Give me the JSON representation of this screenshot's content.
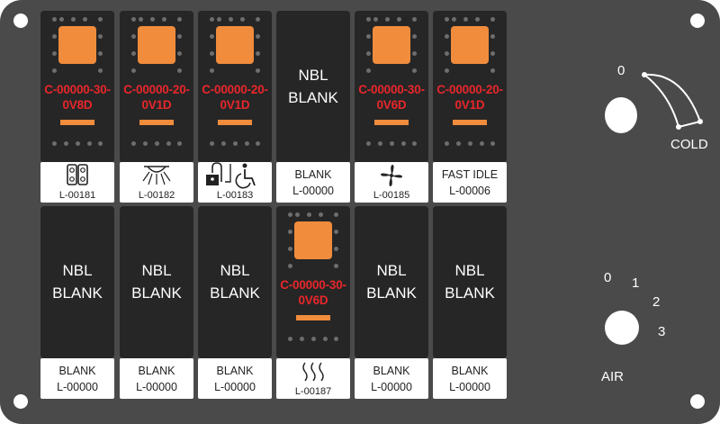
{
  "top_row": [
    {
      "type": "lamp",
      "part_line1": "C-00000-30-",
      "part_line2": "0V8D",
      "label_icon": "seat-switch-icon",
      "label_code": "L-00181"
    },
    {
      "type": "lamp",
      "part_line1": "C-00000-20-",
      "part_line2": "0V1D",
      "label_icon": "light-bar-icon",
      "label_code": "L-00182"
    },
    {
      "type": "lamp",
      "part_line1": "C-00000-20-",
      "part_line2": "0V1D",
      "label_icon": "lock-and-wheelchair-icon",
      "label_code": "L-00183"
    },
    {
      "type": "blank",
      "title_line1": "NBL",
      "title_line2": "BLANK",
      "label_line1": "BLANK",
      "label_code": "L-00000"
    },
    {
      "type": "lamp",
      "part_line1": "C-00000-30-",
      "part_line2": "0V6D",
      "label_icon": "fan-icon",
      "label_code": "L-00185"
    },
    {
      "type": "lamp",
      "part_line1": "C-00000-20-",
      "part_line2": "0V1D",
      "label_line1": "FAST IDLE",
      "label_code": "L-00006"
    }
  ],
  "bottom_row": [
    {
      "type": "blank",
      "title_line1": "NBL",
      "title_line2": "BLANK",
      "label_line1": "BLANK",
      "label_code": "L-00000"
    },
    {
      "type": "blank",
      "title_line1": "NBL",
      "title_line2": "BLANK",
      "label_line1": "BLANK",
      "label_code": "L-00000"
    },
    {
      "type": "blank",
      "title_line1": "NBL",
      "title_line2": "BLANK",
      "label_line1": "BLANK",
      "label_code": "L-00000"
    },
    {
      "type": "lamp",
      "part_line1": "C-00000-30-",
      "part_line2": "0V6D",
      "label_icon": "heat-waves-icon",
      "label_code": "L-00187"
    },
    {
      "type": "blank",
      "title_line1": "NBL",
      "title_line2": "BLANK",
      "label_line1": "BLANK",
      "label_code": "L-00000"
    },
    {
      "type": "blank",
      "title_line1": "NBL",
      "title_line2": "BLANK",
      "label_line1": "BLANK",
      "label_code": "L-00000"
    }
  ],
  "temp_control": {
    "label": "COLD",
    "positions": [
      "0"
    ]
  },
  "air_control": {
    "label": "AIR",
    "positions": [
      "0",
      "1",
      "2",
      "3"
    ]
  },
  "colors": {
    "panel": "#4a4a4a",
    "switch_body": "#262626",
    "lamp": "#f08c3c",
    "part_text": "#e8262b"
  }
}
